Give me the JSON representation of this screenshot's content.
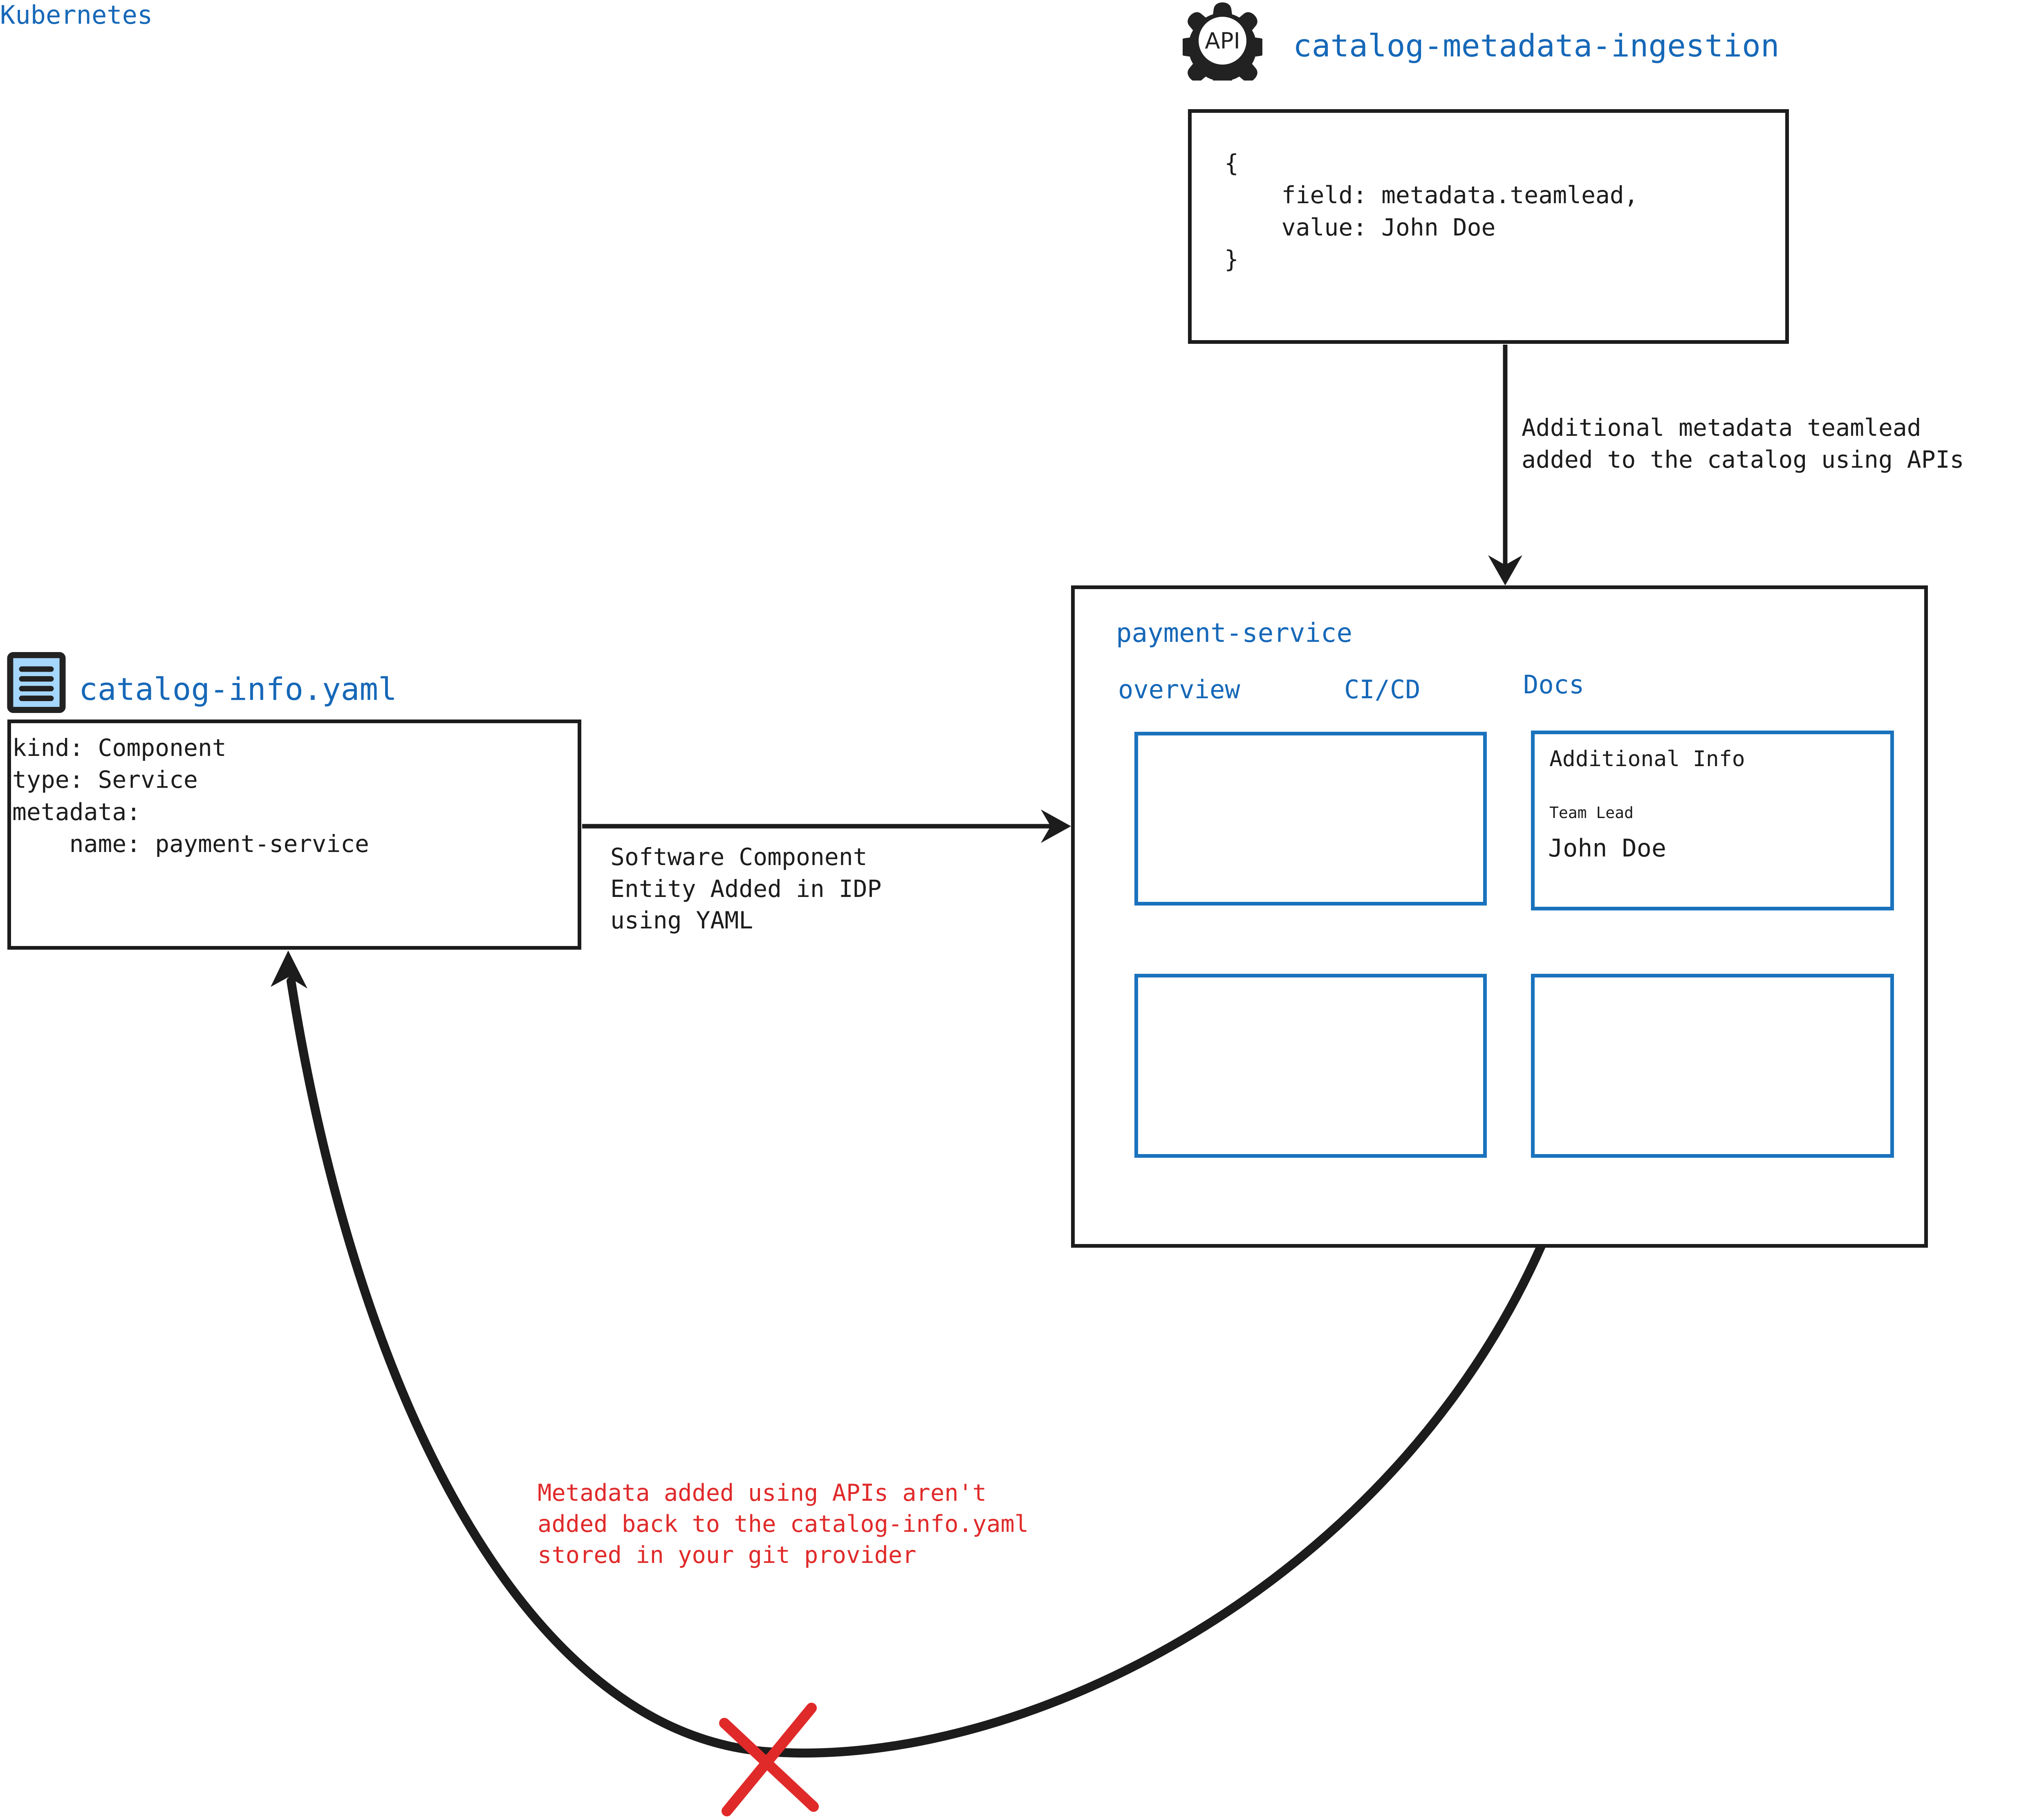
{
  "diagram": {
    "title_api": "catalog-metadata-ingestion",
    "title_yaml": "catalog-info.yaml",
    "icons": {
      "api_gear_label": "API",
      "api_icon_name": "api-gear-icon",
      "yaml_icon_name": "yaml-document-icon"
    },
    "json_payload": "{\n    field: metadata.teamlead,\n    value: John Doe\n}",
    "yaml_payload": "kind: Component\ntype: Service\nmetadata:\n    name: payment-service",
    "api_arrow_label": "Additional metadata teamlead\nadded to the catalog using APIs",
    "yaml_arrow_label": "Software Component\nEntity Added in IDP\nusing YAML",
    "warning_text": "Metadata added using APIs aren't\nadded back to the catalog-info.yaml\nstored in your git provider",
    "panel": {
      "title": "payment-service",
      "tabs": [
        {
          "label": "overview"
        },
        {
          "label": "CI/CD"
        },
        {
          "label": "Docs"
        },
        {
          "label": "Kubernetes"
        }
      ],
      "cards": {
        "overview_card": "",
        "docs_card": {
          "heading": "Additional Info",
          "field_label": "Team Lead",
          "field_value": "John Doe"
        },
        "bottom_left_card": "",
        "bottom_right_card": ""
      }
    },
    "colors": {
      "accent_blue": "#1668B8",
      "card_border_blue": "#1A72BD",
      "icon_fill_blue": "#A5D6FB",
      "warning_red": "#E02A2A",
      "stroke_black": "#1c1c1c"
    }
  }
}
